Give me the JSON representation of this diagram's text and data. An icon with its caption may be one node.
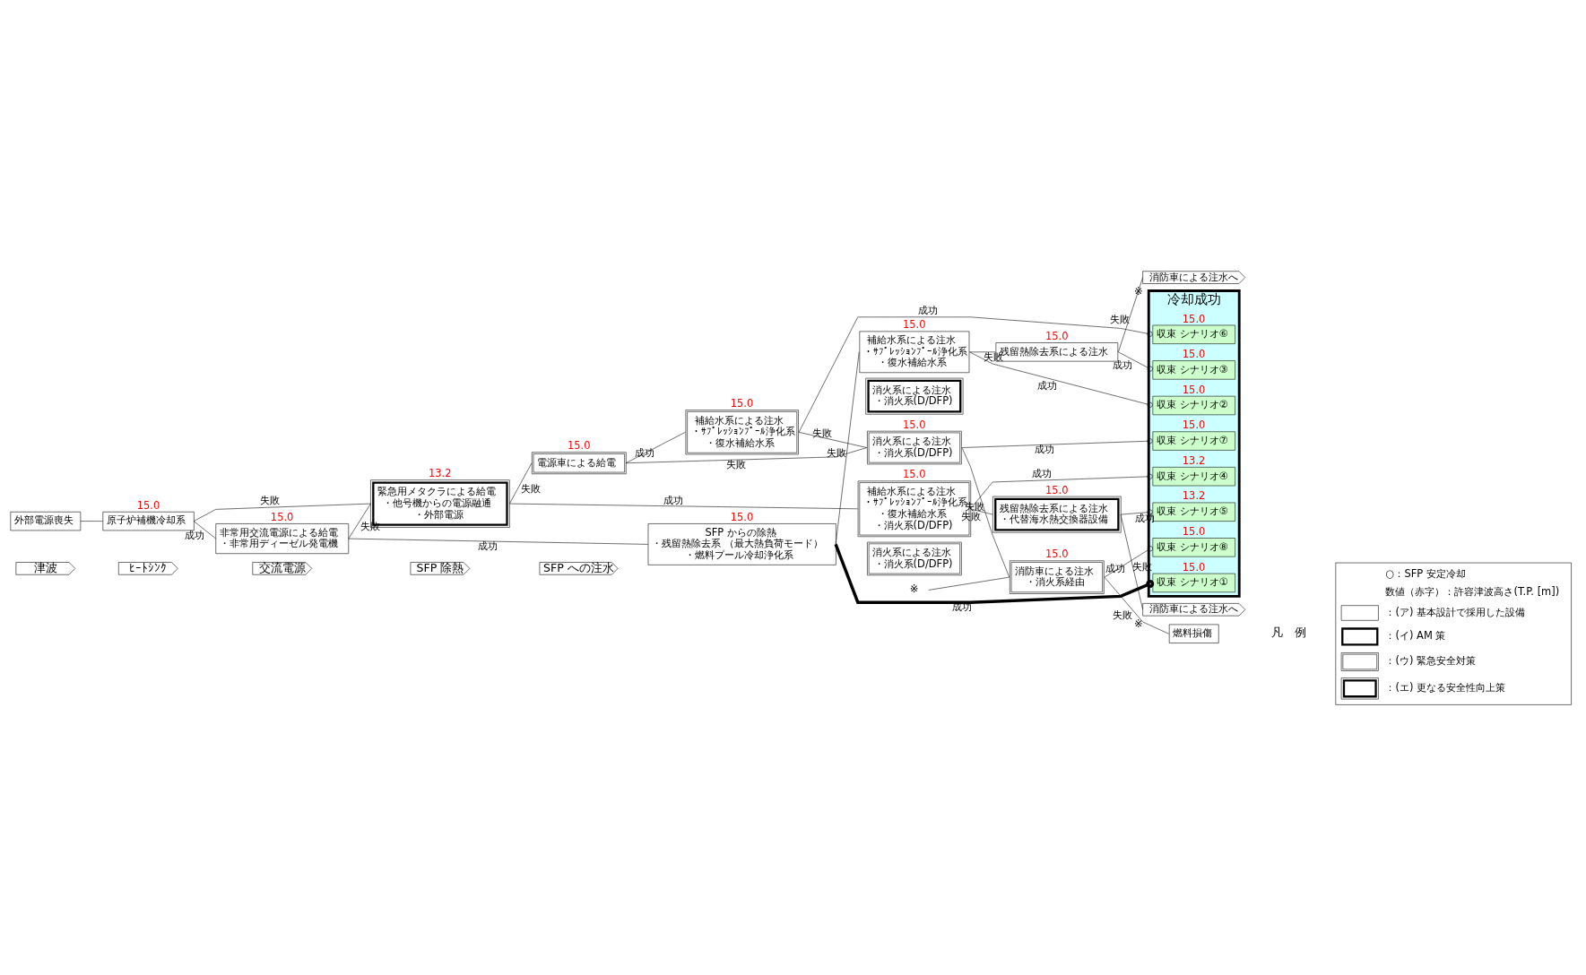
{
  "diagram": {
    "nodes": [
      {
        "text": [
          "津波"
        ]
      },
      {
        "text": [
          "ﾋｰﾄｼﾝｸ"
        ]
      },
      {
        "text": [
          "交流電源"
        ]
      },
      {
        "text": [
          "SFP 除熱"
        ]
      },
      {
        "text": [
          "SFP への注水"
        ]
      },
      {
        "text": [
          "外部電源喪失"
        ]
      },
      {
        "text": [
          "原子炉補機冷却系"
        ],
        "beside": [
          "15.0"
        ]
      },
      {
        "text": [
          "非常用交流電源による給電",
          "・非常用ディーゼル発電機"
        ],
        "beside": [
          "15.0"
        ]
      },
      {
        "text": [
          "SFP からの除熱",
          "・残留熱除去系 （最大熱負荷モード）",
          "・燃料プール冷却浄化系"
        ],
        "beside": [
          "15.0"
        ]
      },
      {
        "text": [
          "補給水系による注水",
          "・ｻﾌﾟﾚｯｼｮﾝﾌﾟｰﾙ浄化系",
          "・復水補給水系"
        ],
        "beside": [
          "15.0"
        ]
      },
      {
        "text": [
          "消火系による注水",
          "・消火系(D/DFP)"
        ]
      },
      {
        "text": [
          "残留熱除去系による注水"
        ],
        "beside": [
          "15.0"
        ]
      },
      {
        "text": [
          "消防車による注水へ"
        ],
        "beside": [
          "※"
        ]
      },
      {
        "text": [
          "緊急用メタクラによる給電",
          "・他号機からの電源融通",
          "・外部電源"
        ],
        "beside": [
          "13.2"
        ]
      },
      {
        "text": [
          "補給水系による注水",
          "・ｻﾌﾟﾚｯｼｮﾝﾌﾟｰﾙ浄化系",
          "・復水補給水系",
          "・消火系(D/DFP)"
        ],
        "beside": [
          "15.0"
        ]
      },
      {
        "text": [
          "消火系による注水",
          "・消火系(D/DFP)"
        ]
      },
      {
        "text": [
          "残留熱除去系による注水",
          "・代替海水熱交換器設備"
        ],
        "beside": [
          "15.0"
        ]
      },
      {
        "text": [
          "消防車による注水へ"
        ],
        "beside": [
          "※"
        ]
      },
      {
        "text": [
          "電源車による給電"
        ],
        "beside": [
          "15.0"
        ]
      },
      {
        "text": [
          "補給水系による注水",
          "・ｻﾌﾟﾚｯｼｮﾝﾌﾟｰﾙ浄化系",
          "・復水補給水系"
        ],
        "beside": [
          "15.0"
        ]
      },
      {
        "text": [
          "消火系による注水",
          "・消火系(D/DFP)"
        ],
        "beside": [
          "15.0"
        ]
      },
      {
        "text": [
          "※"
        ]
      },
      {
        "text": [
          "消防車による注水",
          "・消火系経由"
        ],
        "beside": [
          "15.0"
        ]
      },
      {
        "text": [
          "燃料損傷"
        ]
      },
      {
        "text": [
          "冷却成功"
        ]
      },
      {
        "text": [
          "収束 シナリオ①"
        ],
        "in": 24,
        "beside": [
          "15.0"
        ]
      },
      {
        "text": [
          "収束 シナリオ②"
        ],
        "in": 24,
        "beside": [
          "15.0"
        ]
      },
      {
        "text": [
          "収束 シナリオ③"
        ],
        "in": 24,
        "beside": [
          "15.0"
        ]
      },
      {
        "text": [
          "収束 シナリオ④"
        ],
        "in": 24,
        "beside": [
          "13.2"
        ]
      },
      {
        "text": [
          "収束 シナリオ⑤"
        ],
        "in": 24,
        "beside": [
          "13.2"
        ]
      },
      {
        "text": [
          "収束 シナリオ⑥"
        ],
        "in": 24,
        "beside": [
          "15.0"
        ]
      },
      {
        "text": [
          "収束 シナリオ⑦"
        ],
        "in": 24,
        "beside": [
          "15.0"
        ]
      },
      {
        "text": [
          "収束 シナリオ⑧"
        ],
        "in": 24,
        "beside": [
          "15.0"
        ]
      }
    ],
    "edges": [
      {
        "from": 5,
        "to": 6,
        "arrow": "none"
      },
      {
        "from": 6,
        "to": 7,
        "label": "成功",
        "arrow": "none"
      },
      {
        "from": 7,
        "to": 8,
        "label": "成功",
        "arrow": "none"
      },
      {
        "from": 8,
        "to": 25,
        "label": "成功",
        "arrow": "other",
        "style": "thick"
      },
      {
        "from": 8,
        "to": 9,
        "label": "失敗",
        "arrow": "none"
      },
      {
        "from": 9,
        "to": 26,
        "label": "成功",
        "arrow": "other"
      },
      {
        "from": 9,
        "to": 11,
        "label": "失敗",
        "arrow": "none"
      },
      {
        "from": 11,
        "to": 27,
        "label": "成功",
        "arrow": "other"
      },
      {
        "from": 11,
        "to": 12,
        "label": "失敗",
        "arrow": "none"
      },
      {
        "from": 6,
        "to": 13,
        "label": "失敗",
        "arrow": "none"
      },
      {
        "from": 7,
        "to": 13,
        "label": "失敗",
        "arrow": "none"
      },
      {
        "from": 13,
        "to": 14,
        "label": "成功",
        "arrow": "none"
      },
      {
        "from": 14,
        "to": 28,
        "label": "成功",
        "arrow": "other"
      },
      {
        "from": 14,
        "to": 16,
        "label": "失敗",
        "arrow": "none"
      },
      {
        "from": 16,
        "to": 29,
        "label": "成功",
        "arrow": "other"
      },
      {
        "from": 16,
        "to": 17,
        "label": "失敗",
        "arrow": "none"
      },
      {
        "from": 13,
        "to": 18,
        "label": "失敗",
        "arrow": "none"
      },
      {
        "from": 18,
        "to": 19,
        "label": "成功",
        "arrow": "none"
      },
      {
        "from": 19,
        "to": 30,
        "label": "成功",
        "arrow": "other"
      },
      {
        "from": 19,
        "to": 20,
        "label": "失敗",
        "arrow": "none"
      },
      {
        "from": 18,
        "to": 20,
        "label": "失敗",
        "arrow": "none"
      },
      {
        "from": 20,
        "to": 31,
        "label": "成功",
        "arrow": "other"
      },
      {
        "from": 20,
        "to": 22,
        "label": "失敗",
        "arrow": "none"
      },
      {
        "from": 21,
        "to": 22,
        "arrow": "none"
      },
      {
        "from": 22,
        "to": 32,
        "label": "成功",
        "arrow": "other"
      },
      {
        "from": 22,
        "to": 23,
        "label": "失敗",
        "arrow": "none"
      }
    ],
    "labels": [
      "凡　例"
    ],
    "legend": [
      {
        "text": "○：SFP 安定冷却"
      },
      {
        "text": "数値（赤字）：許容津波高さ(T.P. [m])"
      },
      {
        "text": "：(ア) 基本設計で採用した設備"
      },
      {
        "text": "：(イ) AM 策"
      },
      {
        "text": "：(ウ) 緊急安全対策"
      },
      {
        "text": "：(エ) 更なる安全性向上策"
      }
    ]
  }
}
